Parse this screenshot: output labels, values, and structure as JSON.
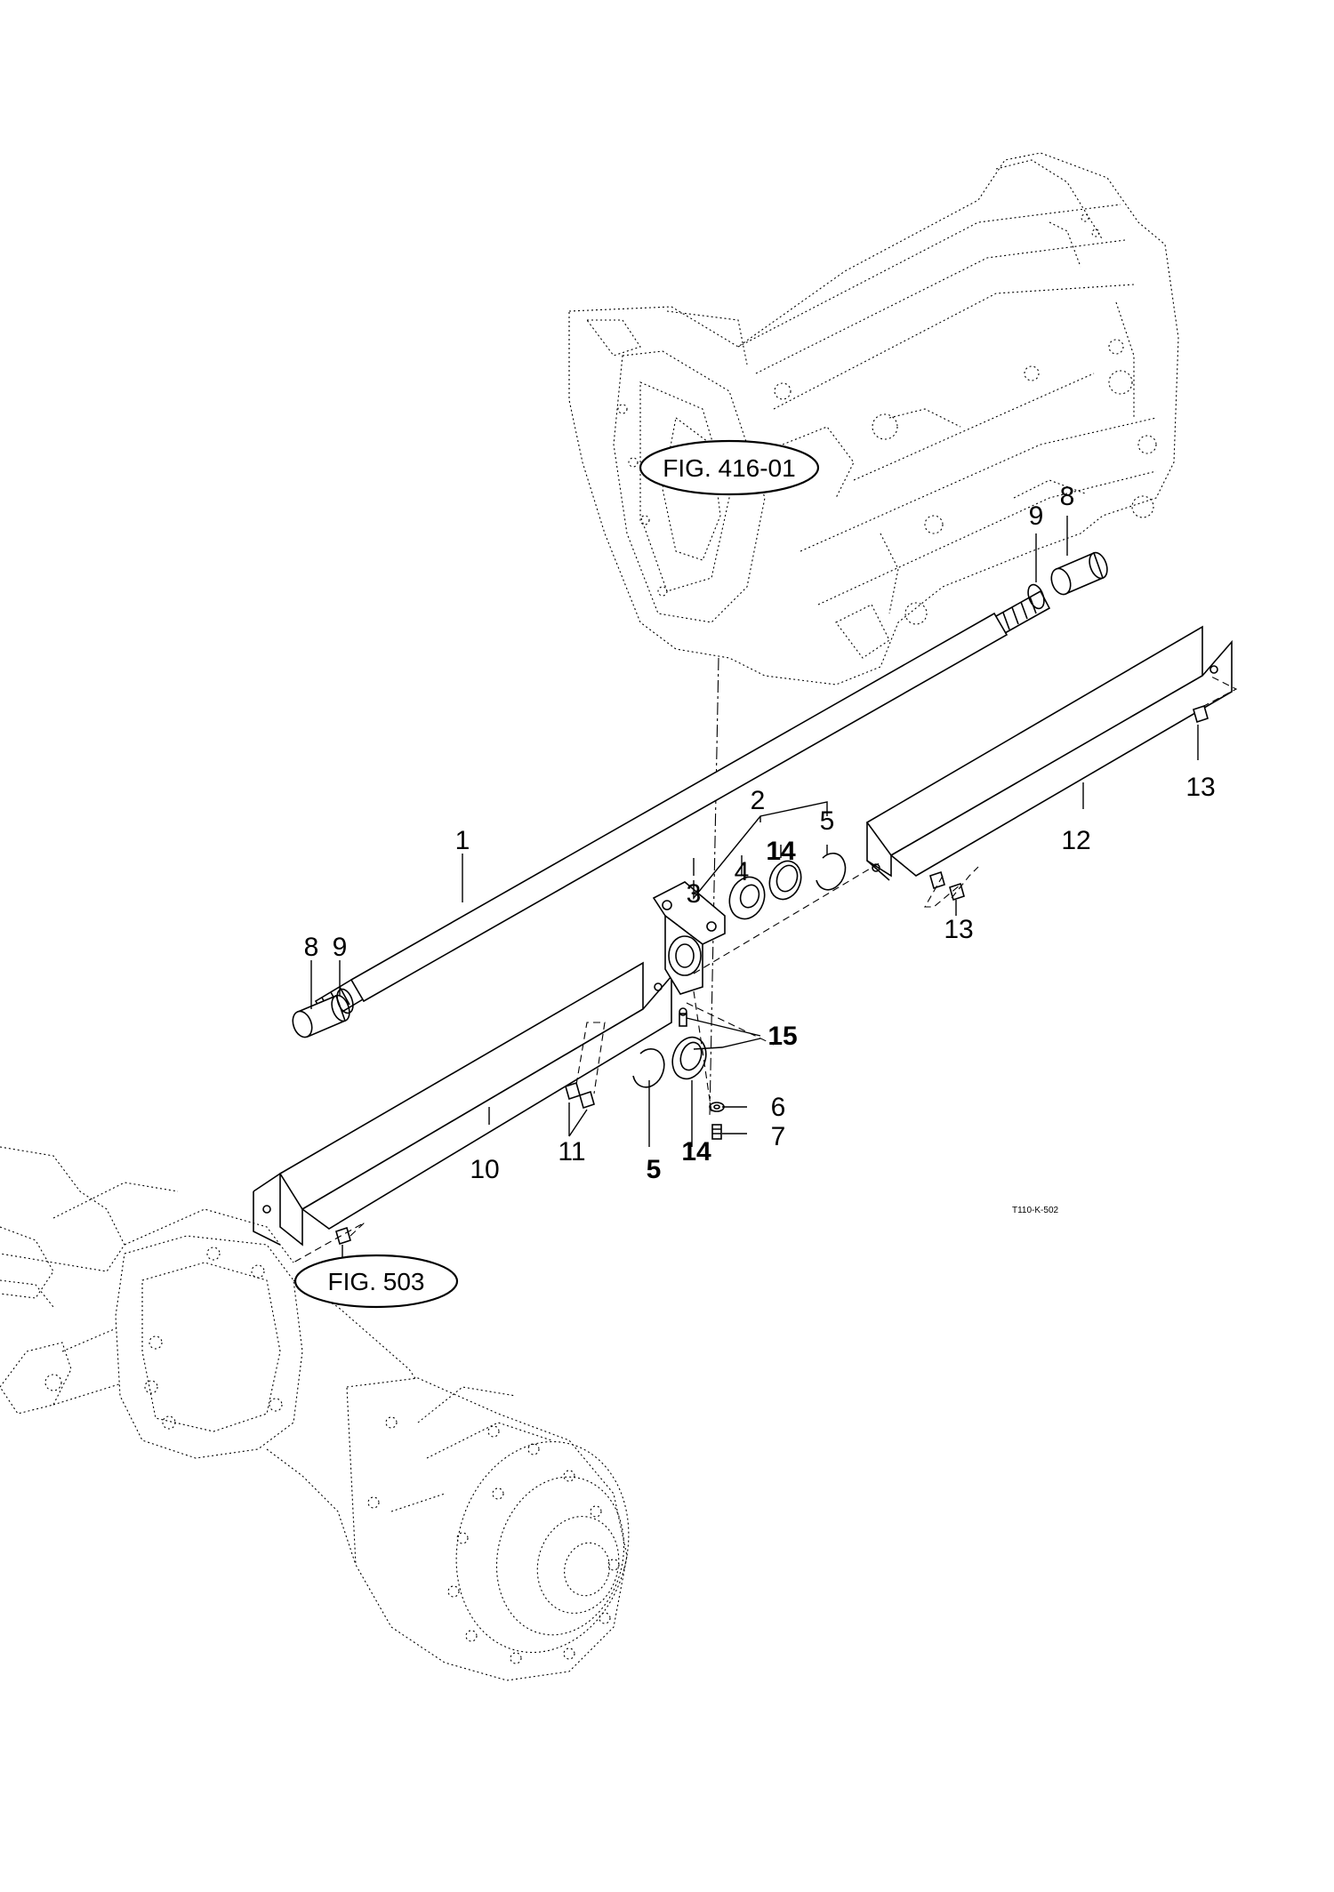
{
  "figure_refs": {
    "transmission": "FIG. 416-01",
    "front_axle": "FIG. 503"
  },
  "callouts": {
    "c1": "1",
    "c2": "2",
    "c3": "3",
    "c4": "4",
    "c5_top": "5",
    "c5_bottom": "5",
    "c6": "6",
    "c7": "7",
    "c8_right": "8",
    "c8_left": "8",
    "c9_right": "9",
    "c9_left": "9",
    "c10": "10",
    "c11_lower": "11",
    "c11_upper": "11",
    "c12": "12",
    "c13_right": "13",
    "c13_mid": "13",
    "c14_top": "14",
    "c14_bottom": "14",
    "c15": "15"
  },
  "drawing_code": "T110-K-502"
}
